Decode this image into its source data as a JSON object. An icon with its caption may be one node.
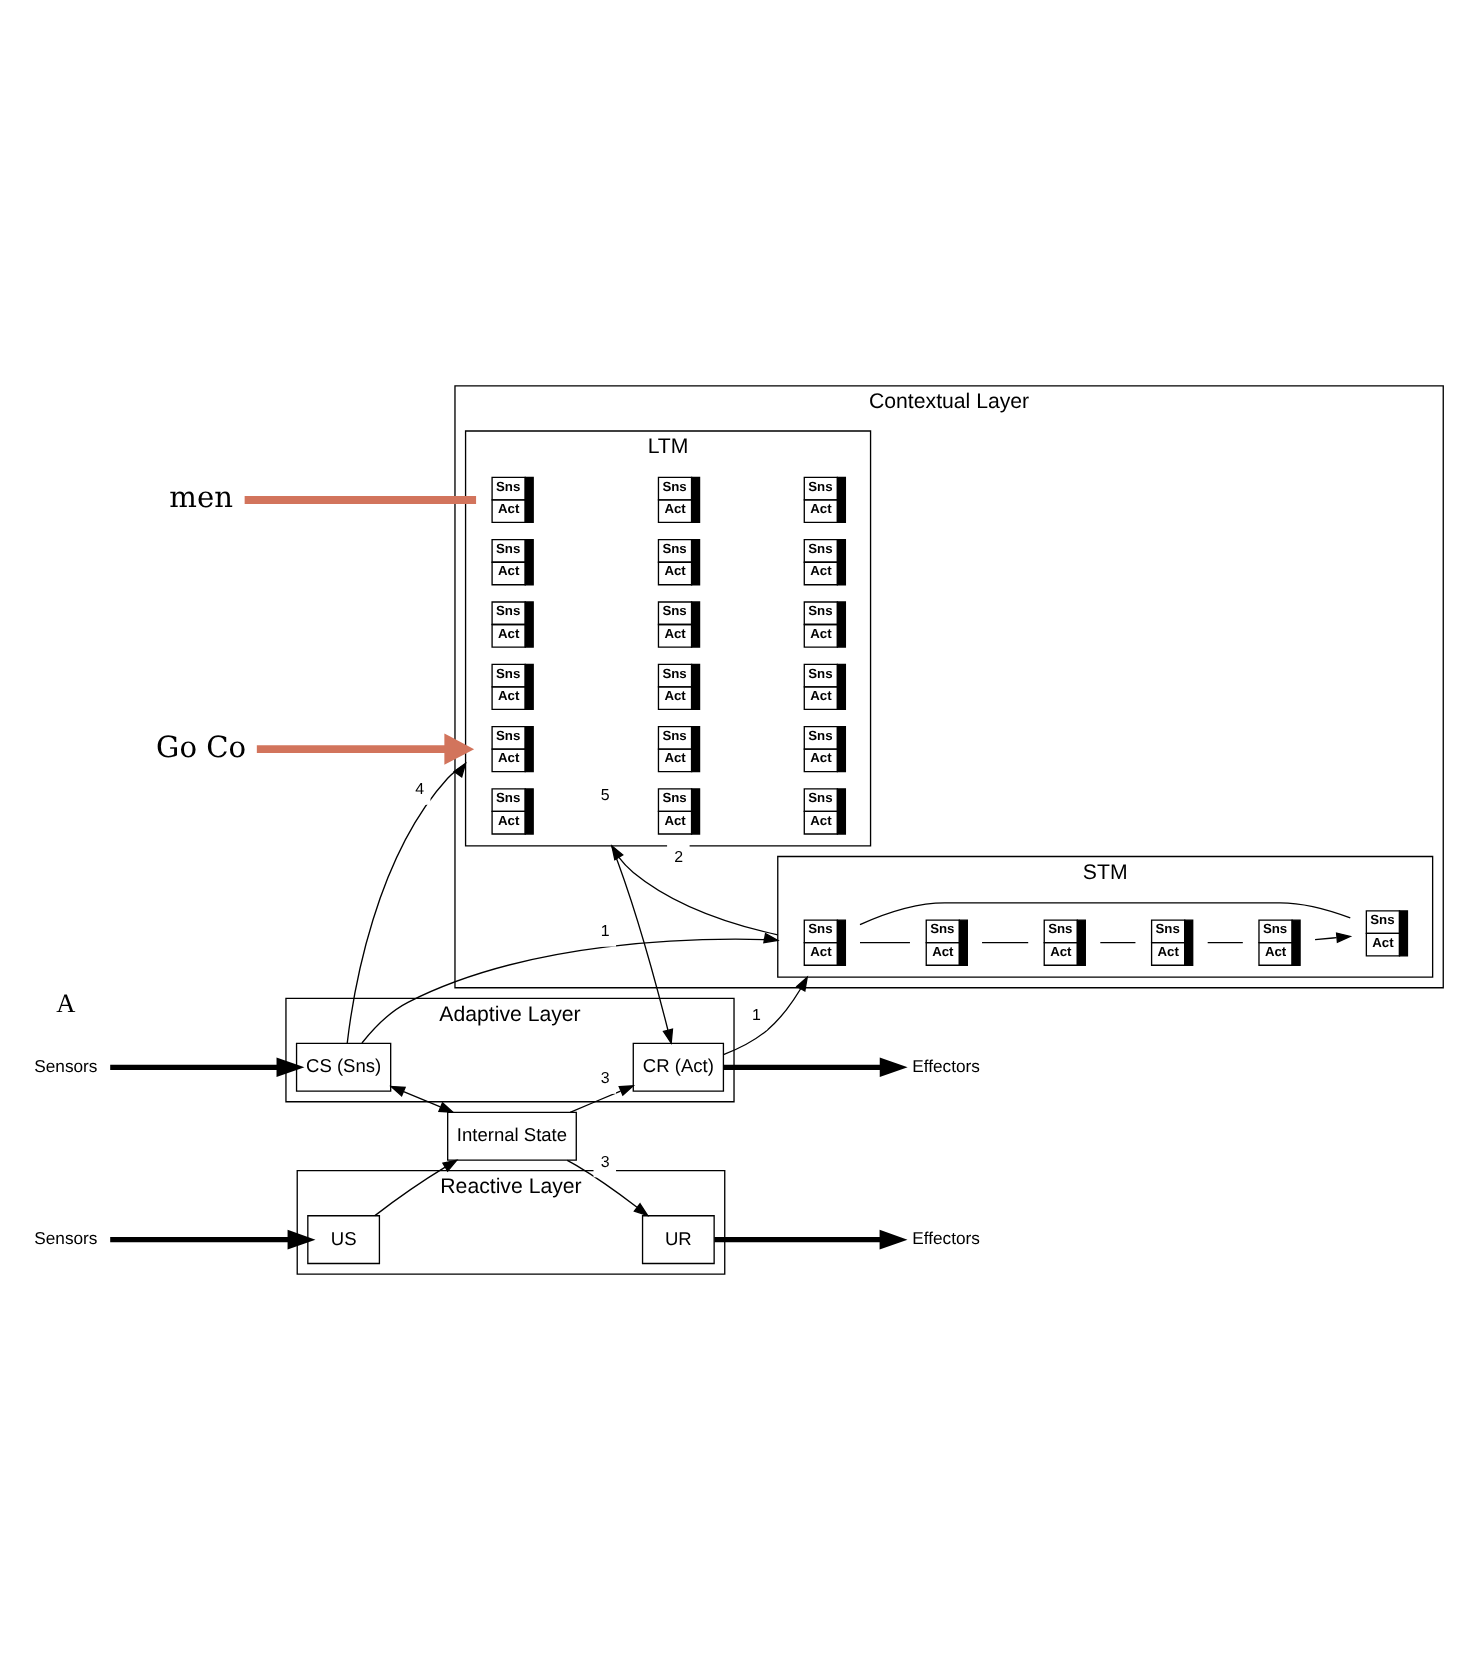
{
  "diagram": {
    "nodes": [
      {
        "text": [
          "Contextual Layer"
        ]
      },
      {
        "text": [
          "LTM"
        ],
        "in": 0
      },
      {
        "text": [
          "Sns",
          "Act"
        ],
        "in": 1
      },
      {
        "text": [
          "Sns",
          "Act"
        ],
        "in": 1
      },
      {
        "text": [
          "Sns",
          "Act"
        ],
        "in": 1
      },
      {
        "text": [
          "Sns",
          "Act"
        ],
        "in": 1
      },
      {
        "text": [
          "Sns",
          "Act"
        ],
        "in": 1
      },
      {
        "text": [
          "Sns",
          "Act"
        ],
        "in": 1
      },
      {
        "text": [
          "Sns",
          "Act"
        ],
        "in": 1
      },
      {
        "text": [
          "Sns",
          "Act"
        ],
        "in": 1
      },
      {
        "text": [
          "Sns",
          "Act"
        ],
        "in": 1
      },
      {
        "text": [
          "Sns",
          "Act"
        ],
        "in": 1
      },
      {
        "text": [
          "Sns",
          "Act"
        ],
        "in": 1
      },
      {
        "text": [
          "Sns",
          "Act"
        ],
        "in": 1
      },
      {
        "text": [
          "Sns",
          "Act"
        ],
        "in": 1
      },
      {
        "text": [
          "Sns",
          "Act"
        ],
        "in": 1
      },
      {
        "text": [
          "Sns",
          "Act"
        ],
        "in": 1
      },
      {
        "text": [
          "Sns",
          "Act"
        ],
        "in": 1
      },
      {
        "text": [
          "Sns",
          "Act"
        ],
        "in": 1
      },
      {
        "text": [
          "Sns",
          "Act"
        ],
        "in": 1
      },
      {
        "text": [
          "STM"
        ],
        "in": 0
      },
      {
        "text": [
          "Sns",
          "Act"
        ],
        "in": 20
      },
      {
        "text": [
          "Sns",
          "Act"
        ],
        "in": 20
      },
      {
        "text": [
          "Sns",
          "Act"
        ],
        "in": 20
      },
      {
        "text": [
          "Sns",
          "Act"
        ],
        "in": 20
      },
      {
        "text": [
          "Sns",
          "Act"
        ],
        "in": 20
      },
      {
        "text": [
          "Sns",
          "Act"
        ],
        "in": 20
      },
      {
        "text": [
          "Adaptive Layer"
        ]
      },
      {
        "text": [
          "CS (Sns)"
        ],
        "in": 27
      },
      {
        "text": [
          "CR (Act)"
        ],
        "in": 27
      },
      {
        "text": [
          "Internal State"
        ]
      },
      {
        "text": [
          "Reactive Layer"
        ]
      },
      {
        "text": [
          "US"
        ],
        "in": 31
      },
      {
        "text": [
          "UR"
        ],
        "in": 31
      },
      {
        "text": [
          "Sensors"
        ]
      },
      {
        "text": [
          "Sensors"
        ]
      },
      {
        "text": [
          "Effectors"
        ]
      },
      {
        "text": [
          "Effectors"
        ]
      },
      {
        "text": [
          "men"
        ]
      },
      {
        "text": [
          "Go Co"
        ]
      }
    ],
    "edges": [
      {
        "from": 34,
        "to": 28,
        "arrow": "to",
        "style": "thick"
      },
      {
        "from": 35,
        "to": 32,
        "arrow": "to",
        "style": "thick"
      },
      {
        "from": 29,
        "to": 36,
        "arrow": "to",
        "style": "thick"
      },
      {
        "from": 33,
        "to": 37,
        "arrow": "to",
        "style": "thick"
      },
      {
        "from": 28,
        "to": 30,
        "arrow": "both"
      },
      {
        "from": 32,
        "to": 30,
        "arrow": "to"
      },
      {
        "from": 30,
        "to": 29,
        "label": "3",
        "arrow": "to"
      },
      {
        "from": 30,
        "to": 33,
        "label": "3",
        "arrow": "to"
      },
      {
        "from": 28,
        "to": 20,
        "label": "1",
        "arrow": "to"
      },
      {
        "from": 29,
        "to": 20,
        "label": "1",
        "arrow": "to"
      },
      {
        "from": 20,
        "to": 1,
        "label": "2",
        "arrow": "to"
      },
      {
        "from": 28,
        "to": 1,
        "label": "4",
        "arrow": "to"
      },
      {
        "from": 1,
        "to": 29,
        "label": "5",
        "arrow": "to"
      },
      {
        "from": 21,
        "to": 22,
        "arrow": "none"
      },
      {
        "from": 22,
        "to": 23,
        "arrow": "none"
      },
      {
        "from": 23,
        "to": 24,
        "arrow": "none"
      },
      {
        "from": 24,
        "to": 25,
        "arrow": "none"
      },
      {
        "from": 25,
        "to": 26,
        "arrow": "to"
      },
      {
        "from": 26,
        "to": 21,
        "arrow": "none"
      },
      {
        "from": 38,
        "to": 6,
        "arrow": "none",
        "style": "thick",
        "color": "#d2745c"
      },
      {
        "from": 39,
        "to": 1,
        "arrow": "to",
        "style": "thick",
        "color": "#d2745c"
      }
    ],
    "labels": [
      "A"
    ]
  }
}
